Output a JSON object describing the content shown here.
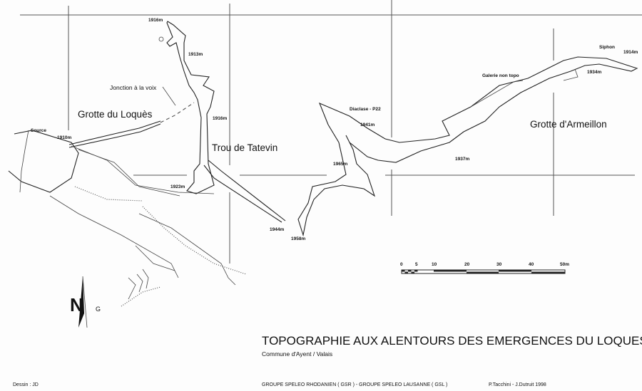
{
  "title": "TOPOGRAPHIE AUX ALENTOURS DES EMERGENCES DU LOQUES",
  "subtitle": "Commune d'Ayent / Valais",
  "footer": {
    "drawing": "Dessin : JD",
    "groups": "GROUPE SPELEO RHODANIEN ( GSR ) - GROUPE SPELEO LAUSANNE ( GSL )",
    "authors": "P.Tacchini - J.Dutruit  1998"
  },
  "caves": {
    "loques": "Grotte du Loquès",
    "tatevin": "Trou de Tatevin",
    "armeillon": "Grotte d'Armeillon"
  },
  "annotations": {
    "jonction": "Jonction à la voix",
    "source": "Source",
    "diaclase": "Diaclase - P22",
    "galerie": "Galerie non topo",
    "siphon": "Siphon"
  },
  "altitudes": [
    "1916m",
    "1913m",
    "1916m",
    "1910m",
    "1923m",
    "1941m",
    "1965m",
    "1944m",
    "1958m",
    "1937m",
    "1934m",
    "1914m"
  ],
  "scale": {
    "ticks": [
      "0",
      "5",
      "10",
      "20",
      "30",
      "40",
      "50m"
    ]
  },
  "north": {
    "n": "N",
    "g": "G"
  }
}
